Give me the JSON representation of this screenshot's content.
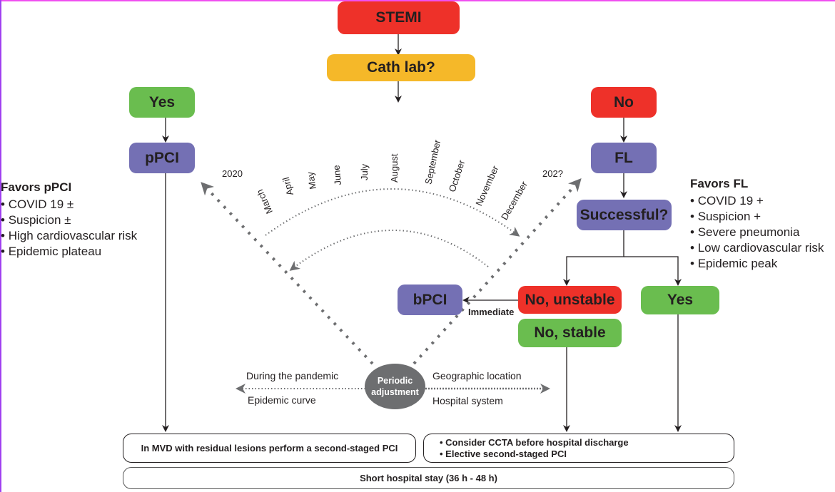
{
  "nodes": {
    "stemi": "STEMI",
    "cath_lab": "Cath lab?",
    "yes_left": "Yes",
    "ppci": "pPCI",
    "no_right": "No",
    "fl": "FL",
    "successful": "Successful?",
    "bpci": "bPCI",
    "no_unstable": "No, unstable",
    "no_stable": "No, stable",
    "yes_right": "Yes",
    "periodic_line1": "Periodic",
    "periodic_line2": "adjustment"
  },
  "edge_labels": {
    "immediate": "Immediate"
  },
  "timeline": {
    "start_year": "2020",
    "end_year": "202?",
    "months": [
      "March",
      "April",
      "May",
      "June",
      "July",
      "August",
      "September",
      "October",
      "November",
      "December"
    ]
  },
  "favors_ppci": {
    "title": "Favors pPCI",
    "items": [
      "COVID 19 ±",
      "Suspicion ±",
      "High cardiovascular risk",
      "Epidemic plateau"
    ]
  },
  "favors_fl": {
    "title": "Favors FL",
    "items": [
      "COVID 19 +",
      "Suspicion +",
      "Severe pneumonia",
      "Low cardiovascular risk",
      "Epidemic peak"
    ]
  },
  "adjustment_factors": {
    "left_top": "During the pandemic",
    "left_bottom": "Epidemic curve",
    "right_top": "Geographic location",
    "right_bottom": "Hospital system"
  },
  "outcomes": {
    "left": "In MVD with residual lesions perform a second-staged PCI",
    "right": [
      "Consider CCTA before hospital discharge",
      "Elective second-staged PCI"
    ],
    "bottom": "Short hospital stay (36 h - 48 h)"
  },
  "colors": {
    "red": "#ee3129",
    "yellow": "#f5b829",
    "green": "#6abd4f",
    "purple": "#7470b4",
    "gray": "#6d6e70"
  }
}
